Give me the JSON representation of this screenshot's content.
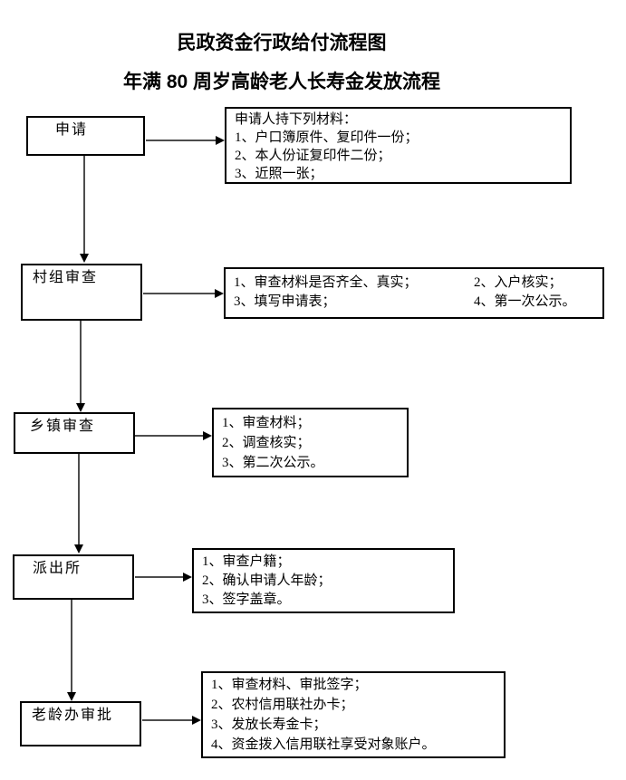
{
  "titles": {
    "main": "民政资金行政给付流程图",
    "sub": "年满 80 周岁高龄老人长寿金发放流程"
  },
  "steps": [
    {
      "label": "申请",
      "details": [
        "申请人持下列材料：",
        "1、户口簿原件、复印件一份；",
        "2、本人份证复印件二份；",
        "3、近照一张；"
      ]
    },
    {
      "label": "村组审查",
      "details_left": [
        "1、审查材料是否齐全、真实；",
        "3、填写申请表；"
      ],
      "details_right": [
        "2、入户核实；",
        "4、第一次公示。"
      ]
    },
    {
      "label": "乡镇审查",
      "details": [
        "1、审查材料；",
        "2、调查核实；",
        "3、第二次公示。"
      ]
    },
    {
      "label": "派出所",
      "details": [
        "1、审查户籍；",
        "2、确认申请人年龄；",
        "3、签字盖章。"
      ]
    },
    {
      "label": "老龄办审批",
      "details": [
        "1、审查材料、审批签字；",
        "2、农村信用联社办卡；",
        "3、发放长寿金卡；",
        "4、资金拨入信用联社享受对象账户。"
      ]
    }
  ],
  "colors": {
    "background": "#ffffff",
    "box_border": "#000000",
    "text": "#000000",
    "arrow_line": "#4d4d4d",
    "arrow_head": "#000000"
  }
}
